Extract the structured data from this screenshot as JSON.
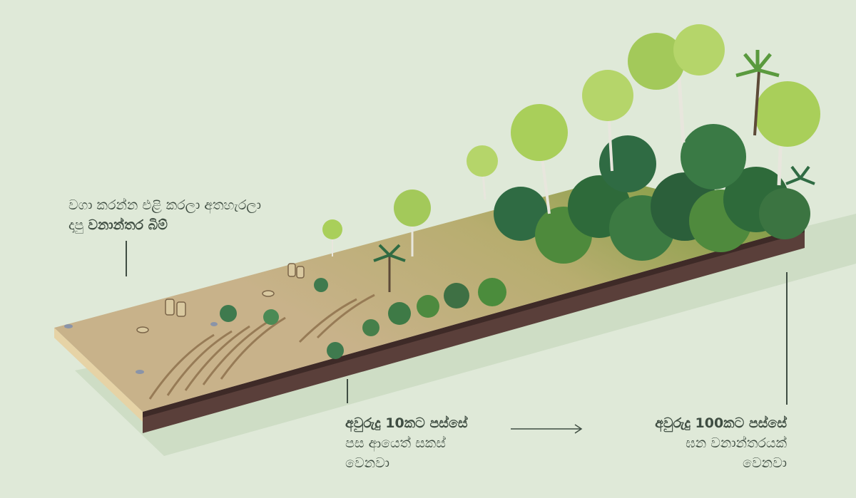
{
  "labels": {
    "left": {
      "line1": "වගා කරන්න එළි කරලා අතහැරලා",
      "line2_plain": "දාපු ",
      "line2_bold": "වනාන්තර බිම්"
    },
    "mid": {
      "bold": "අවුරුදු 10කට පස්සේ",
      "line2": "පස ආයෙත් සකස්",
      "line3": "වෙනවා"
    },
    "right": {
      "bold": "අවුරුදු 100කට පස්සේ",
      "line2": "ඝන වනාන්තරයක්",
      "line3": "වෙනවා"
    }
  },
  "colors": {
    "background": "#dfe9d8",
    "text": "#3f4d42",
    "soil_top": "#b9a27a",
    "soil_side": "#5a3f3a",
    "forest_dark": "#2f6b43",
    "forest_mid": "#4e8a3c",
    "forest_light": "#a9cf5a"
  }
}
